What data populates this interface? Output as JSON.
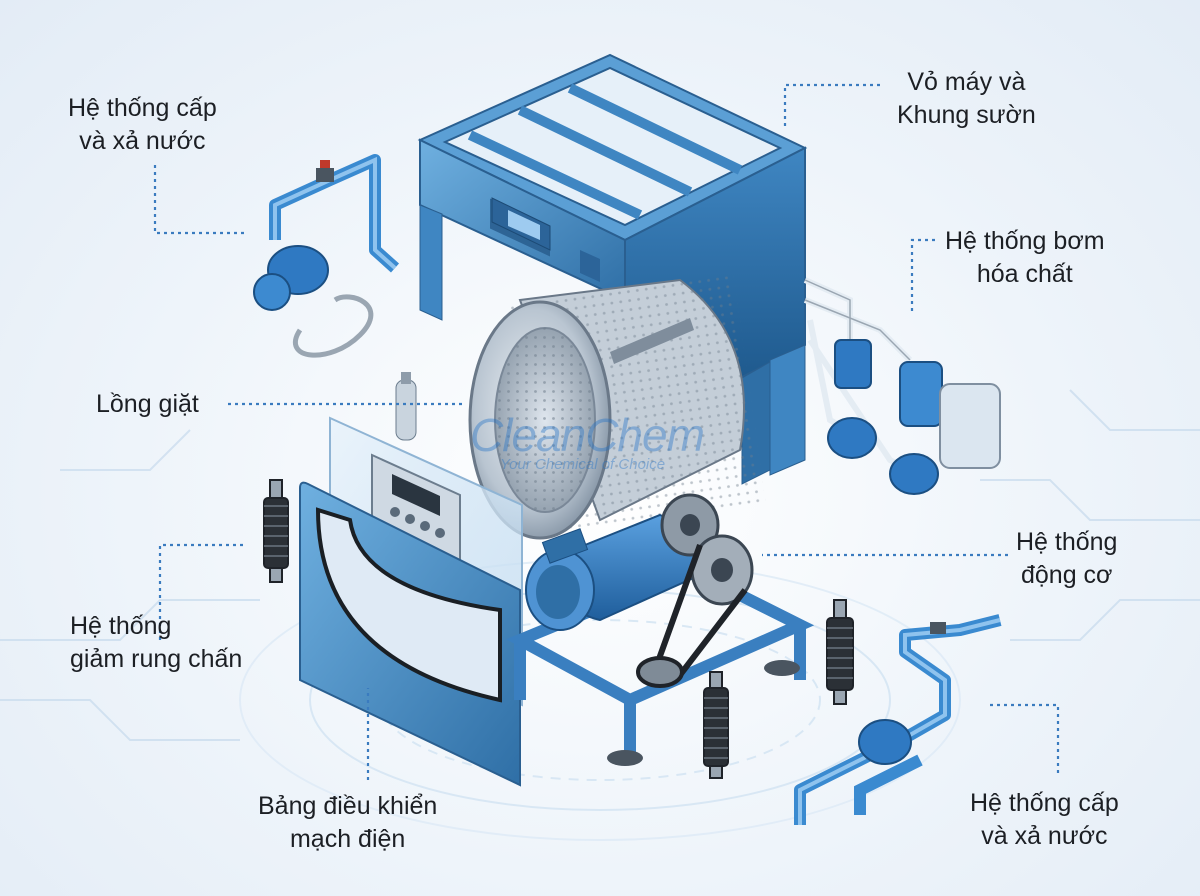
{
  "labels": {
    "water_supply_left": [
      "Hệ thống cấp",
      "và xả nước"
    ],
    "frame": [
      "Vỏ máy và",
      "Khung sườn"
    ],
    "chemical_pump": [
      "Hệ thống bơm",
      "hóa chất"
    ],
    "drum": [
      "Lồng giặt"
    ],
    "motor": [
      "Hệ thống",
      "động cơ"
    ],
    "damping": [
      "Hệ thống",
      "giảm rung chấn"
    ],
    "control_panel": [
      "Bảng điều khiển",
      "mạch điện"
    ],
    "water_supply_right": [
      "Hệ thống cấp",
      "và xả nước"
    ]
  },
  "watermark": {
    "name": "CleanChem",
    "tagline": "Your Chemical of Choice"
  },
  "colors": {
    "frame_blue": "#4a90c8",
    "frame_dark": "#2f6fa6",
    "steel": "#b8c4d0",
    "leader": "#3a7bbf",
    "text": "#1c1f24"
  }
}
